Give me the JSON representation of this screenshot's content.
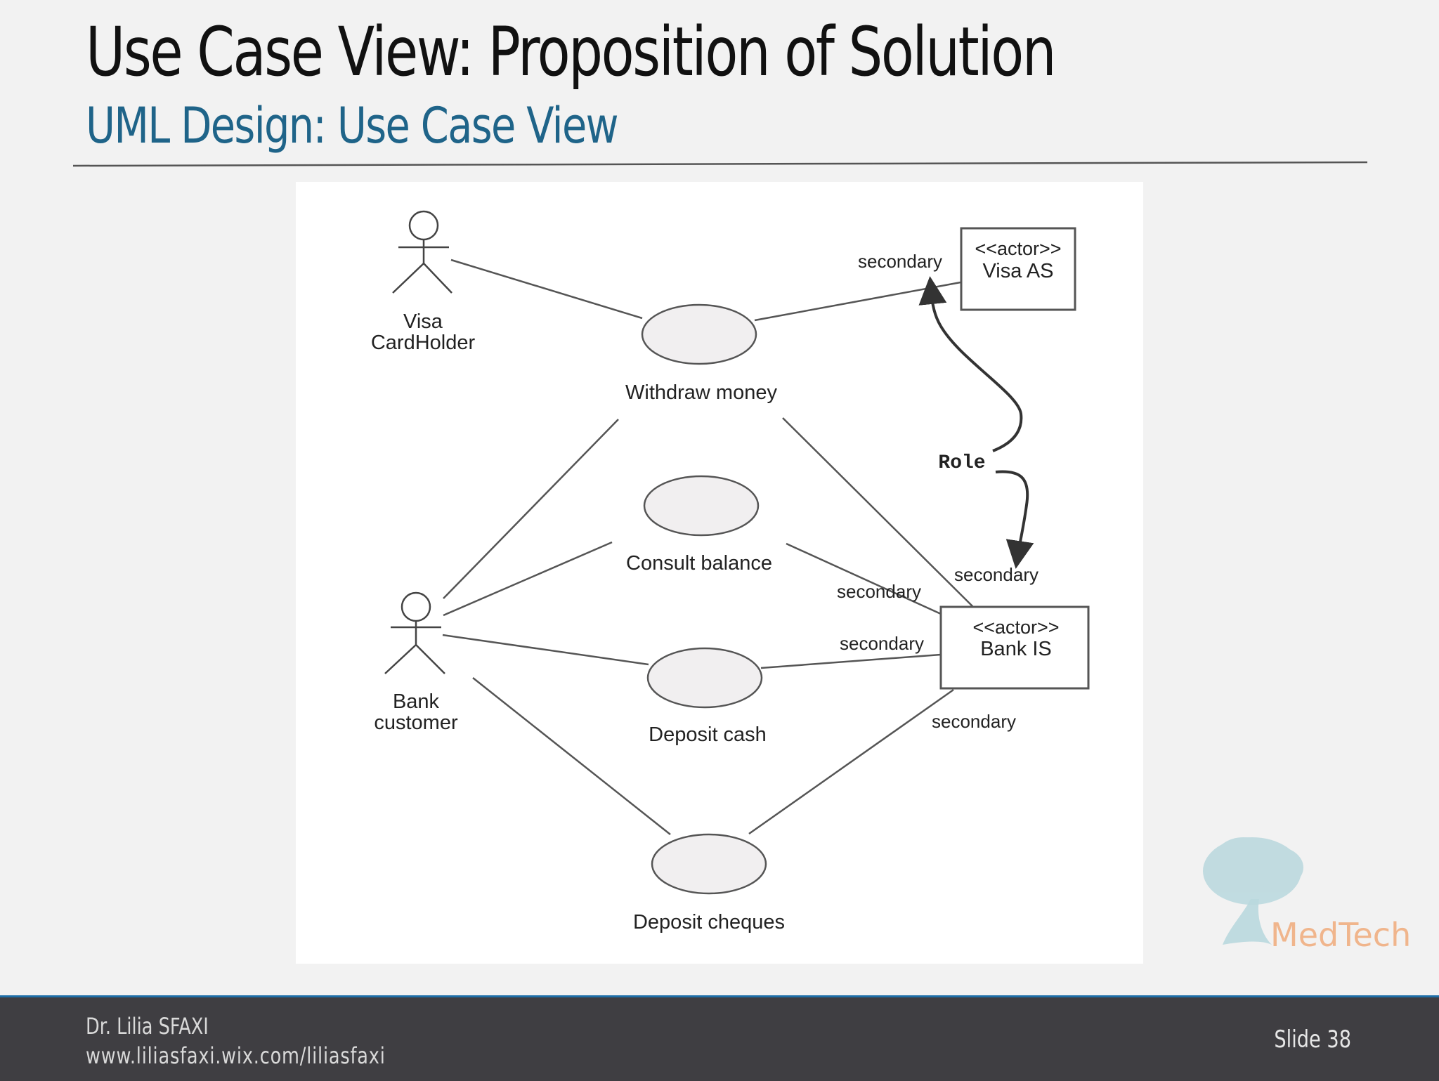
{
  "slide": {
    "title": "Use Case View: Proposition of Solution",
    "subtitle": "UML Design: Use Case View",
    "footer": {
      "author": "Dr. Lilia SFAXI",
      "url": "www.liliasfaxi.wix.com/liliasfaxi",
      "slide_number": "Slide 38"
    },
    "watermark_text": "MedTech"
  },
  "diagram": {
    "actors": {
      "visa_cardholder": {
        "line1": "Visa",
        "line2": "CardHolder"
      },
      "bank_customer": {
        "line1": "Bank",
        "line2": "customer"
      }
    },
    "systems": {
      "visa_as": {
        "stereotype": "<<actor>>",
        "name": "Visa AS"
      },
      "bank_is": {
        "stereotype": "<<actor>>",
        "name": "Bank IS"
      }
    },
    "use_cases": {
      "withdraw_money": "Withdraw money",
      "consult_balance": "Consult balance",
      "deposit_cash": "Deposit cash",
      "deposit_cheques": "Deposit cheques"
    },
    "role_labels": {
      "withdraw_visa": "secondary",
      "withdraw_bank": "secondary",
      "consult_bank": "secondary",
      "cash_bank": "secondary",
      "cheques_bank": "secondary"
    },
    "annotation": "Role"
  },
  "colors": {
    "title": "#111111",
    "subtitle": "#1f6489",
    "footer_bg": "#3f3e42",
    "watermark": "#f0b58c"
  }
}
